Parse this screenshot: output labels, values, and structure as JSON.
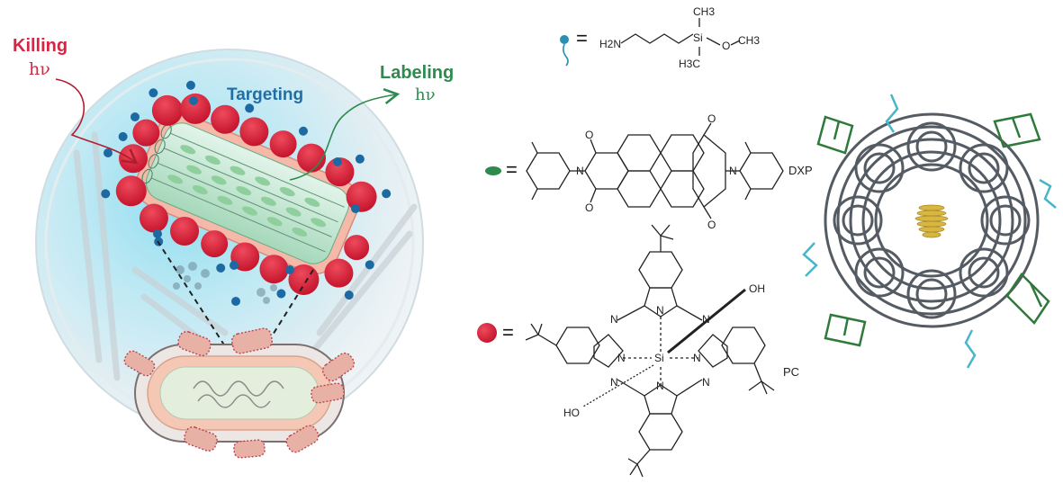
{
  "left_panel": {
    "killing_label": "Killing",
    "killing_hv": "hν",
    "targeting_label": "Targeting",
    "labeling_label": "Labeling",
    "labeling_hv": "hν",
    "colors": {
      "killing": "#d92444",
      "targeting": "#1f6fa6",
      "labeling": "#2e8a4e",
      "dish_glow": "#7fd3ea"
    }
  },
  "legend": {
    "equals": "=",
    "linker": {
      "icon": "blue-pin-icon",
      "formula_parts": [
        "H2N",
        "Si",
        "CH3",
        "O",
        "CH3",
        "H3C"
      ]
    },
    "dye_green": {
      "icon": "green-ellipse-icon",
      "name": "DXP",
      "atoms": [
        "O",
        "O",
        "O",
        "O",
        "N",
        "N"
      ]
    },
    "dye_red": {
      "icon": "red-circle-icon",
      "name": "PC",
      "atoms": [
        "OH",
        "HO",
        "Si",
        "N",
        "N",
        "N",
        "N",
        "N",
        "N",
        "N",
        "N"
      ]
    }
  },
  "right_panel": {
    "structure": "host-guest-crystal-structure",
    "colors": {
      "framework": "#555b62",
      "dye": "#2d7a3a",
      "linker": "#48b6c9",
      "guest": "#d8b642"
    }
  }
}
